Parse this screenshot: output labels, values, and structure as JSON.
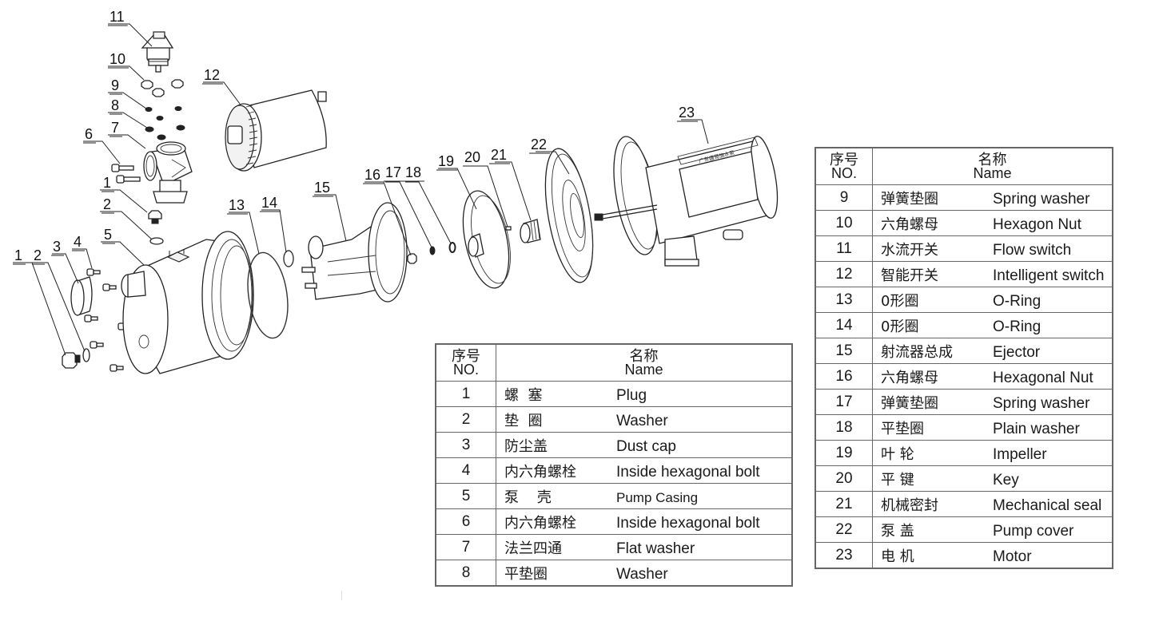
{
  "diagram": {
    "title": "Pump exploded view",
    "motor_nameplate": "广东盛哥施水泵",
    "callouts": [
      "1",
      "2",
      "3",
      "4",
      "5",
      "1",
      "2",
      "6",
      "7",
      "8",
      "9",
      "10",
      "11",
      "12",
      "13",
      "14",
      "15",
      "16",
      "17",
      "18",
      "19",
      "20",
      "21",
      "22",
      "23"
    ]
  },
  "table_a": {
    "header": {
      "no_cn": "序号",
      "no_en": "NO.",
      "name_cn": "名称",
      "name_en": "Name"
    },
    "rows": [
      {
        "no": "1",
        "cn": "螺  塞",
        "en": "Plug"
      },
      {
        "no": "2",
        "cn": "垫  圈",
        "en": "Washer"
      },
      {
        "no": "3",
        "cn": "防尘盖",
        "en": "Dust cap"
      },
      {
        "no": "4",
        "cn": "内六角螺栓",
        "en": "Inside hexagonal bolt"
      },
      {
        "no": "5",
        "cn": "泵    壳",
        "en": "Pump Casing"
      },
      {
        "no": "6",
        "cn": "内六角螺栓",
        "en": "Inside hexagonal bolt"
      },
      {
        "no": "7",
        "cn": "法兰四通",
        "en": "Flat washer"
      },
      {
        "no": "8",
        "cn": "平垫圈",
        "en": "Washer"
      }
    ]
  },
  "table_b": {
    "header": {
      "no_cn": "序号",
      "no_en": "NO.",
      "name_cn": "名称",
      "name_en": "Name"
    },
    "rows": [
      {
        "no": "9",
        "cn": "弹簧垫圈",
        "en": "Spring washer"
      },
      {
        "no": "10",
        "cn": "六角螺母",
        "en": "Hexagon Nut"
      },
      {
        "no": "11",
        "cn": "水流开关",
        "en": "Flow switch"
      },
      {
        "no": "12",
        "cn": "智能开关",
        "en": "Intelligent switch"
      },
      {
        "no": "13",
        "cn": "0形圈",
        "en": "O-Ring"
      },
      {
        "no": "14",
        "cn": "0形圈",
        "en": "O-Ring"
      },
      {
        "no": "15",
        "cn": "射流器总成",
        "en": "Ejector"
      },
      {
        "no": "16",
        "cn": "六角螺母",
        "en": "Hexagonal Nut"
      },
      {
        "no": "17",
        "cn": "弹簧垫圈",
        "en": "Spring washer"
      },
      {
        "no": "18",
        "cn": "平垫圈",
        "en": "Plain washer"
      },
      {
        "no": "19",
        "cn": "叶 轮",
        "en": "Impeller"
      },
      {
        "no": "20",
        "cn": "平 键",
        "en": "Key"
      },
      {
        "no": "21",
        "cn": "机械密封",
        "en": "Mechanical seal"
      },
      {
        "no": "22",
        "cn": "泵 盖",
        "en": "Pump cover"
      },
      {
        "no": "23",
        "cn": "电 机",
        "en": "Motor"
      }
    ]
  }
}
